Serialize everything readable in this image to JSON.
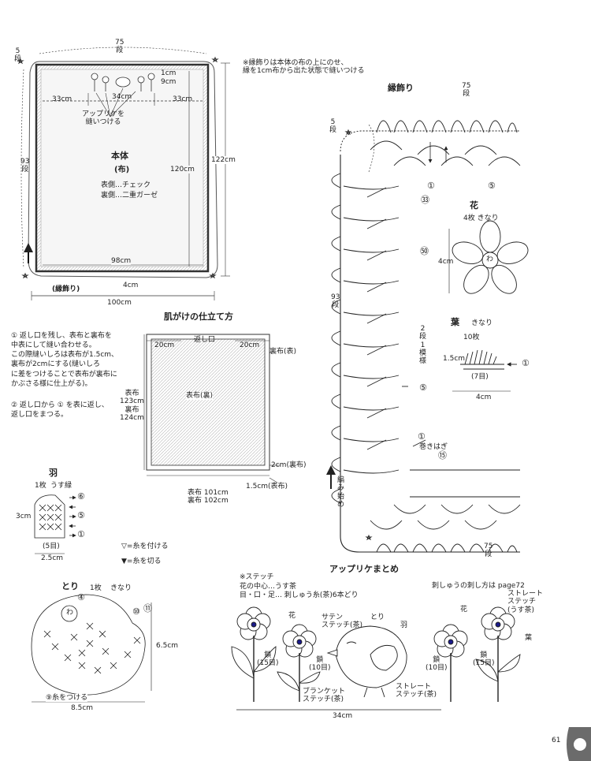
{
  "main_panel": {
    "rows_top": "75\n段",
    "rows_corner": "5\n段",
    "rows_side": "93\n段",
    "dim_top_left": "33cm",
    "dim_top_mid": "34cm",
    "dim_top_right": "33cm",
    "dim_1cm": "1cm",
    "dim_9cm": "9cm",
    "applique_label": "アップリケを\n縫いつける",
    "title": "本体",
    "subtitle": "(布)",
    "face_front": "表側…チェック",
    "face_back": "裏側…二重ガーゼ",
    "dim_120": "120cm",
    "dim_122": "122cm",
    "dim_98": "98cm",
    "dim_4": "4cm",
    "edge_label": "(縁飾り)",
    "dim_100": "100cm"
  },
  "top_note": "※縁飾りは本体の布の上にのせ、\n縁を1cm布から出た状態で縫いつける",
  "edging": {
    "title": "縁飾り",
    "rows_top": "75\n段",
    "rows_corner": "5\n段",
    "rows_side": "93\n段",
    "rows_bottom": "75\n段",
    "row_2_label": "2\n段\n1\n模\n様",
    "start_label": "編\nみ\n始\nめ",
    "whip_label": "巻きはぎ",
    "mark_1": "①",
    "mark_5": "⑤",
    "mark_33": "㉝",
    "mark_90": "㊿",
    "mark_75": "⑮"
  },
  "flower": {
    "title": "花",
    "note": "4枚  きなり",
    "dim": "4cm",
    "center": "わ"
  },
  "leaf": {
    "title": "葉",
    "color": "きなり",
    "count": "10枚",
    "dim_15": "1.5cm",
    "mark_1": "①",
    "chain": "(7目)",
    "dim_4": "4cm"
  },
  "finish": {
    "title": "肌がけの仕立て方",
    "opening": "返し口",
    "dim_20_left": "20cm",
    "dim_20_right": "20cm",
    "back_face": "裏布(表)",
    "front_back": "表布(裏)",
    "side_dims": "表布\n123cm\n裏布\n124cm",
    "dim_2cm": "2cm(裏布)",
    "dim_15cm": "1.5cm(表布)",
    "bottom_dims": "表布 101cm\n裏布 102cm"
  },
  "steps": {
    "step1": "① 返し口を残し、表布と裏布を\n   中表にして縫い合わせる。\n   この際縫いしろは表布が1.5cm、\n   裏布が2cmにする(縫いしろ\n   に差をつけることで表布が裏布に\n   かぶさる様に仕上がる)。",
    "step2": "② 返し口から ① を表に返し、\n   返し口をまつる。"
  },
  "wing": {
    "title": "羽",
    "count": "1枚",
    "color": "うす緑",
    "dim_3": "3cm",
    "chain": "(5目)",
    "dim_25": "2.5cm",
    "m6": "⑥",
    "m5": "⑤",
    "m1": "①"
  },
  "legend": {
    "attach": "▽=糸を付ける",
    "cut": "▼=糸を切る"
  },
  "bird": {
    "title": "とり",
    "count": "1枚",
    "color": "きなり",
    "center": "わ",
    "m4": "④",
    "m10": "⑩",
    "m11": "⑪",
    "dim_65": "6.5cm",
    "attach9": "⑨糸をつける",
    "dim_85": "8.5cm"
  },
  "applique": {
    "title": "アップリケまとめ",
    "notes": "※ステッチ\n花の中心…うす茶\n目・口・足… 刺しゅう糸(茶)6本どり",
    "ref": "刺しゅうの刺し方は page72",
    "flower": "花",
    "satin": "サテン\nステッチ(茶)",
    "bird": "とり",
    "wing": "羽",
    "chain15": "鎖\n(15目)",
    "chain10": "鎖\n(10目)",
    "blanket": "ブランケット\nステッチ(茶)",
    "straight": "ストレート\nステッチ(茶)",
    "dim_34": "34cm",
    "r_flower": "花",
    "r_straight": "ストレート\nステッチ\n(うす茶)",
    "r_leaf": "葉",
    "r_chain10": "鎖\n(10目)",
    "r_chain15": "鎖\n(15目)"
  },
  "page_number": "61",
  "colors": {
    "ink": "#222222",
    "panel_shade": "#dddddd",
    "flower_center": "#1a1a8a",
    "page_tab": "#6b6b6b"
  }
}
